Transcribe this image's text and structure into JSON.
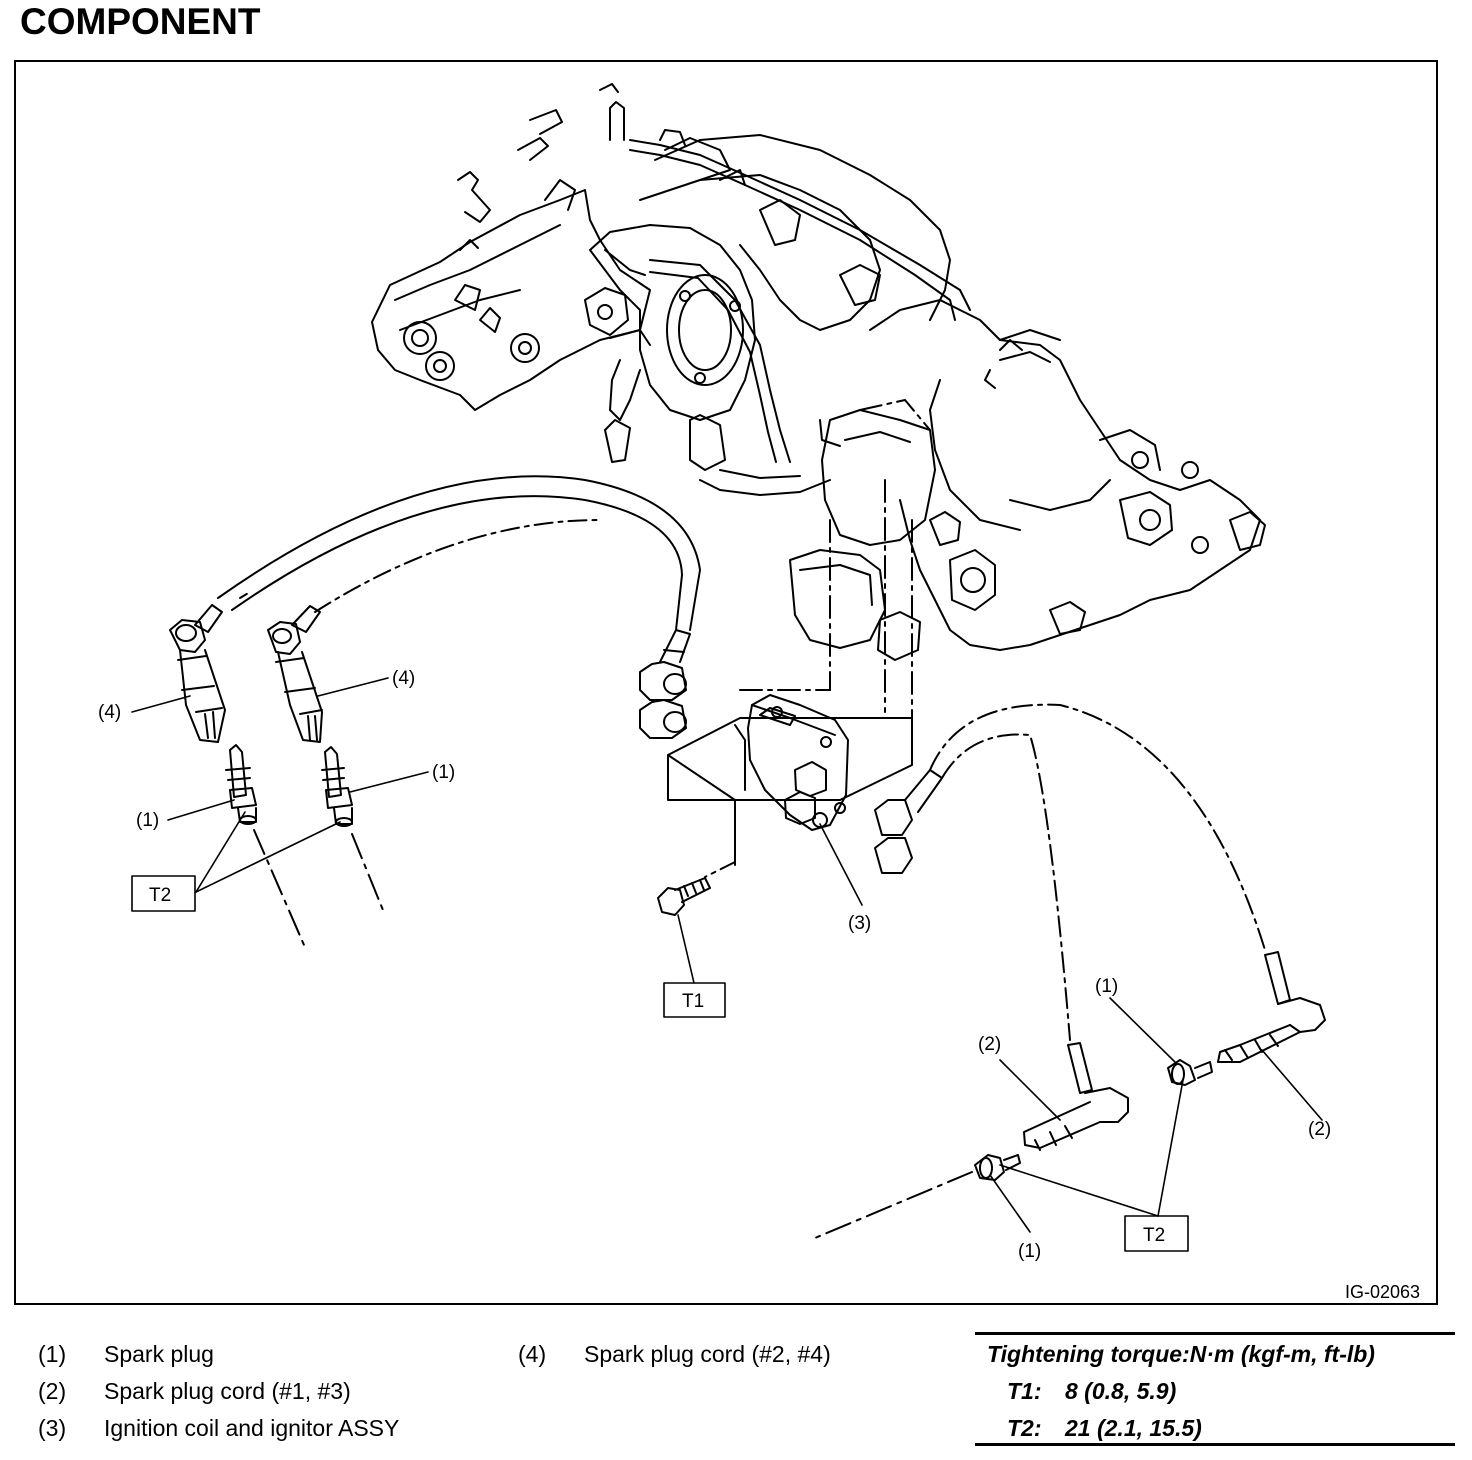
{
  "page_title": "COMPONENT",
  "figure_id": "IG-02063",
  "callouts": {
    "left_4a": "(4)",
    "left_4b": "(4)",
    "left_1a": "(1)",
    "left_1b": "(1)",
    "left_t2": "T2",
    "coil_3": "(3)",
    "bolt_t1": "T1",
    "right_1a": "(1)",
    "right_2a": "(2)",
    "right_2b": "(2)",
    "right_1b": "(1)",
    "right_t2": "T2"
  },
  "legend": {
    "items": [
      {
        "num": "(1)",
        "text": "Spark plug"
      },
      {
        "num": "(2)",
        "text": "Spark plug cord (#1, #3)"
      },
      {
        "num": "(3)",
        "text": "Ignition coil and ignitor ASSY"
      },
      {
        "num": "(4)",
        "text": "Spark plug cord (#2, #4)"
      }
    ]
  },
  "torque": {
    "title": "Tightening torque:N·m (kgf-m, ft-lb)",
    "rows": [
      {
        "key": "T1:",
        "value": "8 (0.8, 5.9)"
      },
      {
        "key": "T2:",
        "value": "21 (2.1, 15.5)"
      }
    ]
  }
}
